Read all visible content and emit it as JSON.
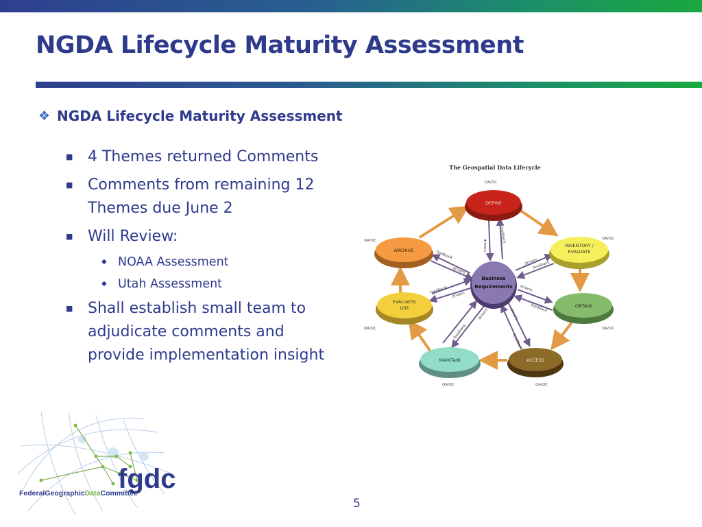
{
  "slide": {
    "title": "NGDA Lifecycle Maturity Assessment",
    "page_number": "5"
  },
  "content": {
    "heading": "NGDA Lifecycle Maturity Assessment",
    "bullets": [
      {
        "text": "4 Themes returned Comments"
      },
      {
        "text": "Comments from remaining 12 Themes due June 2"
      },
      {
        "text": "Will Review:",
        "sub": [
          "NOAA Assessment",
          "Utah Assessment"
        ]
      },
      {
        "text": "Shall establish small team to adjudicate comments and provide implementation insight"
      }
    ]
  },
  "diagram": {
    "title": "The Geospatial Data Lifecycle",
    "center_line1": "Business",
    "center_line2": "Requirements",
    "nodes": {
      "define": "DEFINE",
      "inventory_line1": "INVENTORY /",
      "inventory_line2": "EVALUATE",
      "obtain": "OBTAIN",
      "access": "ACCESS",
      "maintain": "MAINTAIN",
      "evaluate_line1": "EVALUATE/",
      "evaluate_line2": "USE",
      "archive": "ARCHIVE"
    },
    "qa_label": "QA/QC",
    "drivers_label": "drivers",
    "feedback_label": "feedback"
  },
  "logo": {
    "brand": "fgdc",
    "name_part1": "Federal",
    "name_part2": "Geographic",
    "name_part3": "Data",
    "name_part4": "Committee"
  },
  "colors": {
    "title": "#2e3a8c",
    "accent_green": "#1aa83f",
    "accent_blue": "#2e3f8f"
  }
}
